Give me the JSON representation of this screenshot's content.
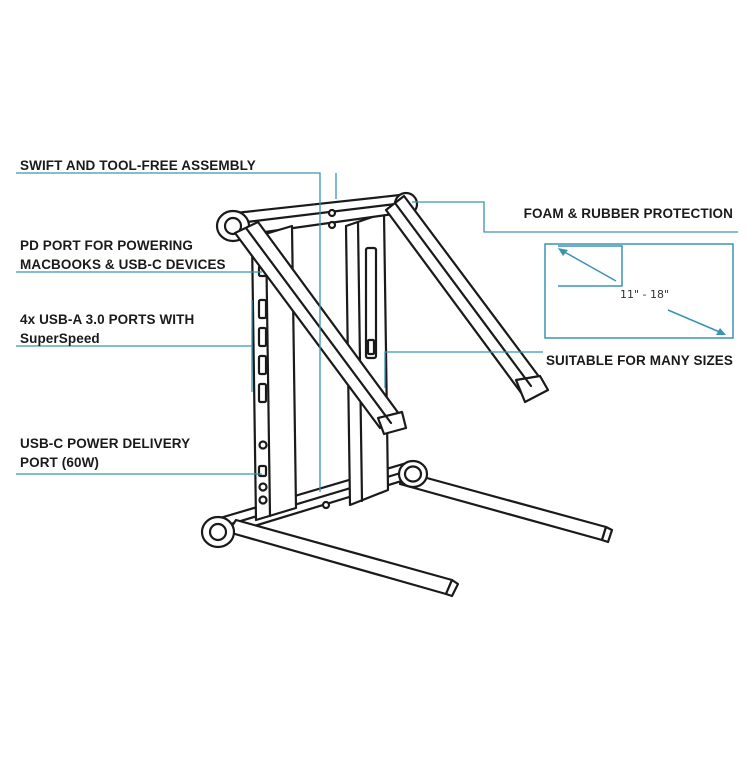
{
  "callouts": {
    "assembly": "SWIFT AND TOOL-FREE ASSEMBLY",
    "pd_port": [
      "PD PORT FOR POWERING",
      "MACBOOKS & USB-C DEVICES"
    ],
    "usb_a": [
      "4x USB-A 3.0 PORTS WITH",
      "SuperSpeed"
    ],
    "usb_c": [
      "USB-C POWER DELIVERY",
      "PORT (60W)"
    ],
    "foam": "FOAM & RUBBER PROTECTION",
    "sizes": "SUITABLE FOR MANY SIZES"
  },
  "size_range": "11\" - 18\"",
  "colors": {
    "callout_line": "#3a93b3",
    "outline": "#1a1a1a",
    "text": "#1a1a1a"
  }
}
